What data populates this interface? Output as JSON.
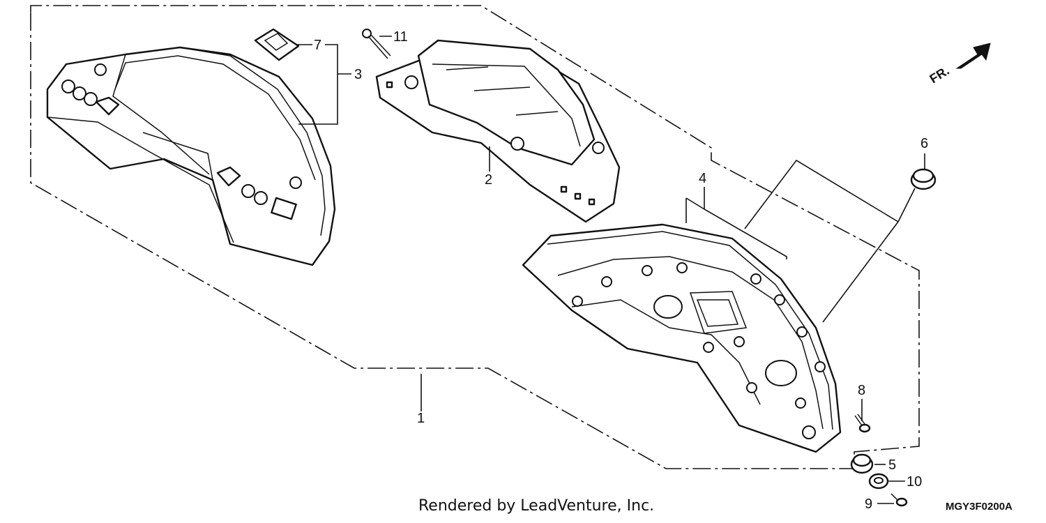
{
  "callouts": {
    "c1": "1",
    "c2": "2",
    "c3": "3",
    "c4": "4",
    "c5": "5",
    "c6": "6",
    "c7": "7",
    "c8": "8",
    "c9": "9",
    "c10": "10",
    "c11": "11"
  },
  "direction_label": "FR.",
  "credit": "Rendered by LeadVenture, Inc.",
  "diagram_code": "MGY3F0200A"
}
